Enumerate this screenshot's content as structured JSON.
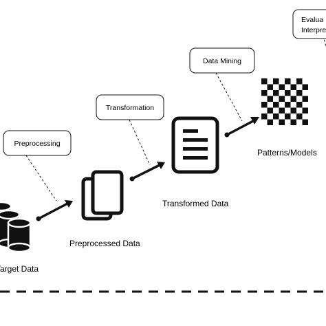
{
  "stages": {
    "target": "Target Data",
    "preprocessed": "Preprocessed Data",
    "transformed": "Transformed Data",
    "patterns": "Patterns/Models"
  },
  "steps": {
    "preprocessing": "Preprocessing",
    "transformation": "Transformation",
    "data_mining": "Data Mining",
    "evaluation_line1": "Evalua",
    "evaluation_line2": "Interpre"
  },
  "colors": {
    "ink": "#111111",
    "background": "#ffffff"
  }
}
